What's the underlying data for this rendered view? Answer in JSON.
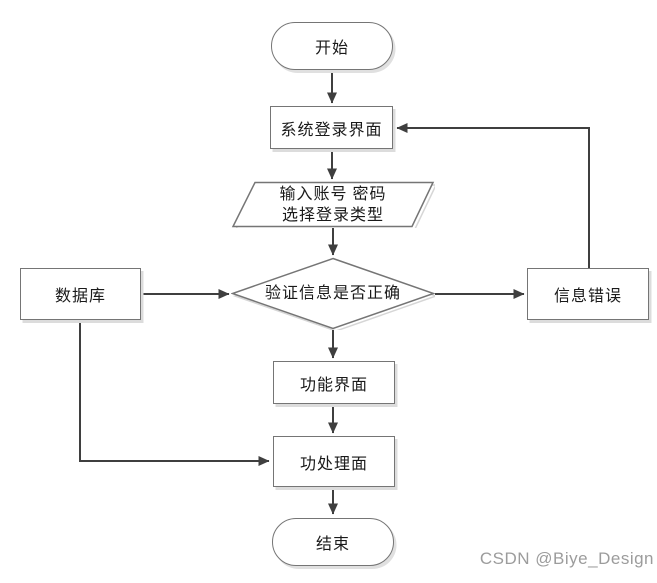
{
  "diagram": {
    "type": "flowchart",
    "nodes": {
      "start": {
        "label": "开始",
        "shape": "terminator"
      },
      "login": {
        "label": "系统登录界面",
        "shape": "process"
      },
      "input": {
        "line1": "输入账号 密码",
        "line2": "选择登录类型",
        "shape": "io-parallelogram"
      },
      "verify": {
        "label": "验证信息是否正确",
        "shape": "decision"
      },
      "database": {
        "label": "数据库",
        "shape": "process"
      },
      "error": {
        "label": "信息错误",
        "shape": "process"
      },
      "function_ui": {
        "label": "功能界面",
        "shape": "process"
      },
      "process_ui": {
        "label": "功处理面",
        "shape": "process"
      },
      "end": {
        "label": "结束",
        "shape": "terminator"
      }
    },
    "edges": [
      {
        "from": "start",
        "to": "login"
      },
      {
        "from": "login",
        "to": "input"
      },
      {
        "from": "input",
        "to": "verify"
      },
      {
        "from": "database",
        "to": "verify"
      },
      {
        "from": "verify",
        "to": "error"
      },
      {
        "from": "error",
        "to": "login"
      },
      {
        "from": "verify",
        "to": "function_ui"
      },
      {
        "from": "function_ui",
        "to": "process_ui"
      },
      {
        "from": "database",
        "to": "process_ui"
      },
      {
        "from": "process_ui",
        "to": "end"
      }
    ],
    "colors": {
      "background": "#ffffff",
      "connector": "#3f3f3f",
      "shape_border": "#757575",
      "shape_shadow": "#dcdcdc",
      "text": "#1a1a1a"
    }
  },
  "watermark": {
    "text": "CSDN @Biye_Design"
  }
}
